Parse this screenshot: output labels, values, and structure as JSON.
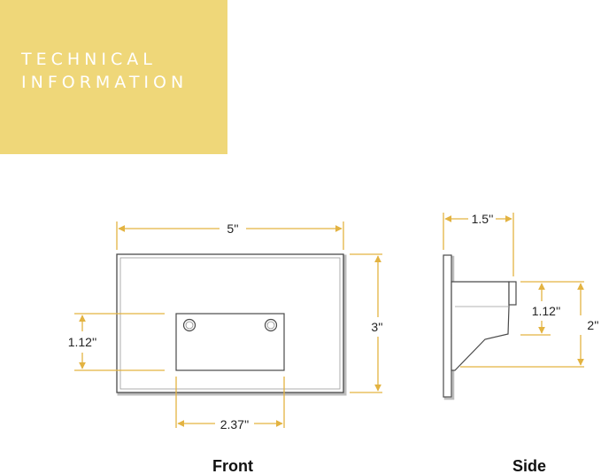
{
  "banner": {
    "line1": "TECHNICAL",
    "line2": "INFORMATION",
    "color": "#efd779"
  },
  "colors": {
    "dimension_line": "#e3b341",
    "outline": "#4a4a4a",
    "shadow": "#bdbdbd"
  },
  "front_view": {
    "label": "Front",
    "width_label": "5''",
    "height_label": "3''",
    "box_height_label": "1.12''",
    "box_width_label": "2.37''"
  },
  "side_view": {
    "label": "Side",
    "depth_label": "1.5''",
    "box_height_label": "1.12''",
    "height_label": "2''"
  },
  "icons": [
    "arrow-icon"
  ]
}
